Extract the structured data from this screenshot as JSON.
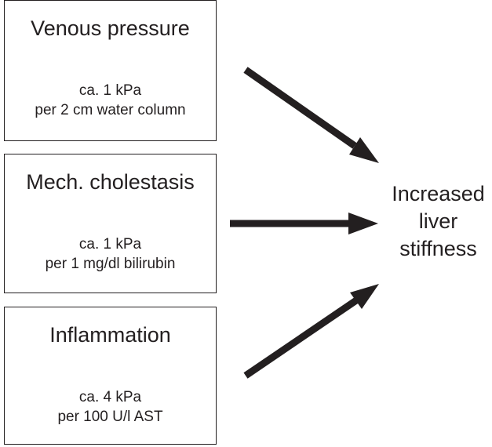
{
  "factors": [
    {
      "title": "Venous pressure",
      "value": "ca. 1 kPa",
      "unit": "per 2 cm water column"
    },
    {
      "title": "Mech. cholestasis",
      "value": "ca. 1 kPa",
      "unit": "per 1 mg/dl bilirubin"
    },
    {
      "title": "Inflammation",
      "value": "ca. 4 kPa",
      "unit": "per 100 U/l AST"
    }
  ],
  "outcome": {
    "line1": "Increased",
    "line2": "liver",
    "line3": "stiffness"
  },
  "colors": {
    "ink": "#231f20",
    "background": "#ffffff"
  }
}
